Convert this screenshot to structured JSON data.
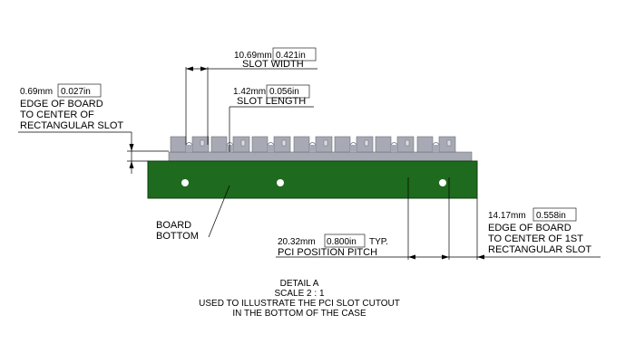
{
  "colors": {
    "board": "#1e6a1e",
    "board_stroke": "#0e3d0e",
    "bracket": "#a7a9b4",
    "bracket_stroke": "#6d6f78",
    "slot_inner": "#d9dbe1",
    "line": "#000000",
    "via": "#ffffff"
  },
  "slot_width": {
    "mm": "10.69mm",
    "in": "0.421in",
    "label": "SLOT WIDTH"
  },
  "slot_length": {
    "mm": "1.42mm",
    "in": "0.056in",
    "label": "SLOT LENGTH"
  },
  "edge_to_rect": {
    "mm": "0.69mm",
    "in": "0.027in",
    "lines": [
      "EDGE OF BOARD",
      "TO CENTER OF",
      "RECTANGULAR SLOT"
    ]
  },
  "board_bottom": {
    "lines": [
      "BOARD",
      "BOTTOM"
    ]
  },
  "pitch": {
    "mm": "20.32mm",
    "in": "0.800in",
    "suffix": "TYP.",
    "label": "PCI POSITION PITCH"
  },
  "edge_to_first": {
    "mm": "14.17mm",
    "in": "0.558in",
    "lines": [
      "EDGE OF BOARD",
      "TO CENTER OF 1ST",
      "RECTANGULAR SLOT"
    ]
  },
  "detail": {
    "title": "DETAIL A",
    "scale": "SCALE 2 : 1",
    "line1": "USED TO ILLUSTRATE THE PCI SLOT CUTOUT",
    "line2": "IN THE BOTTOM OF THE CASE"
  }
}
